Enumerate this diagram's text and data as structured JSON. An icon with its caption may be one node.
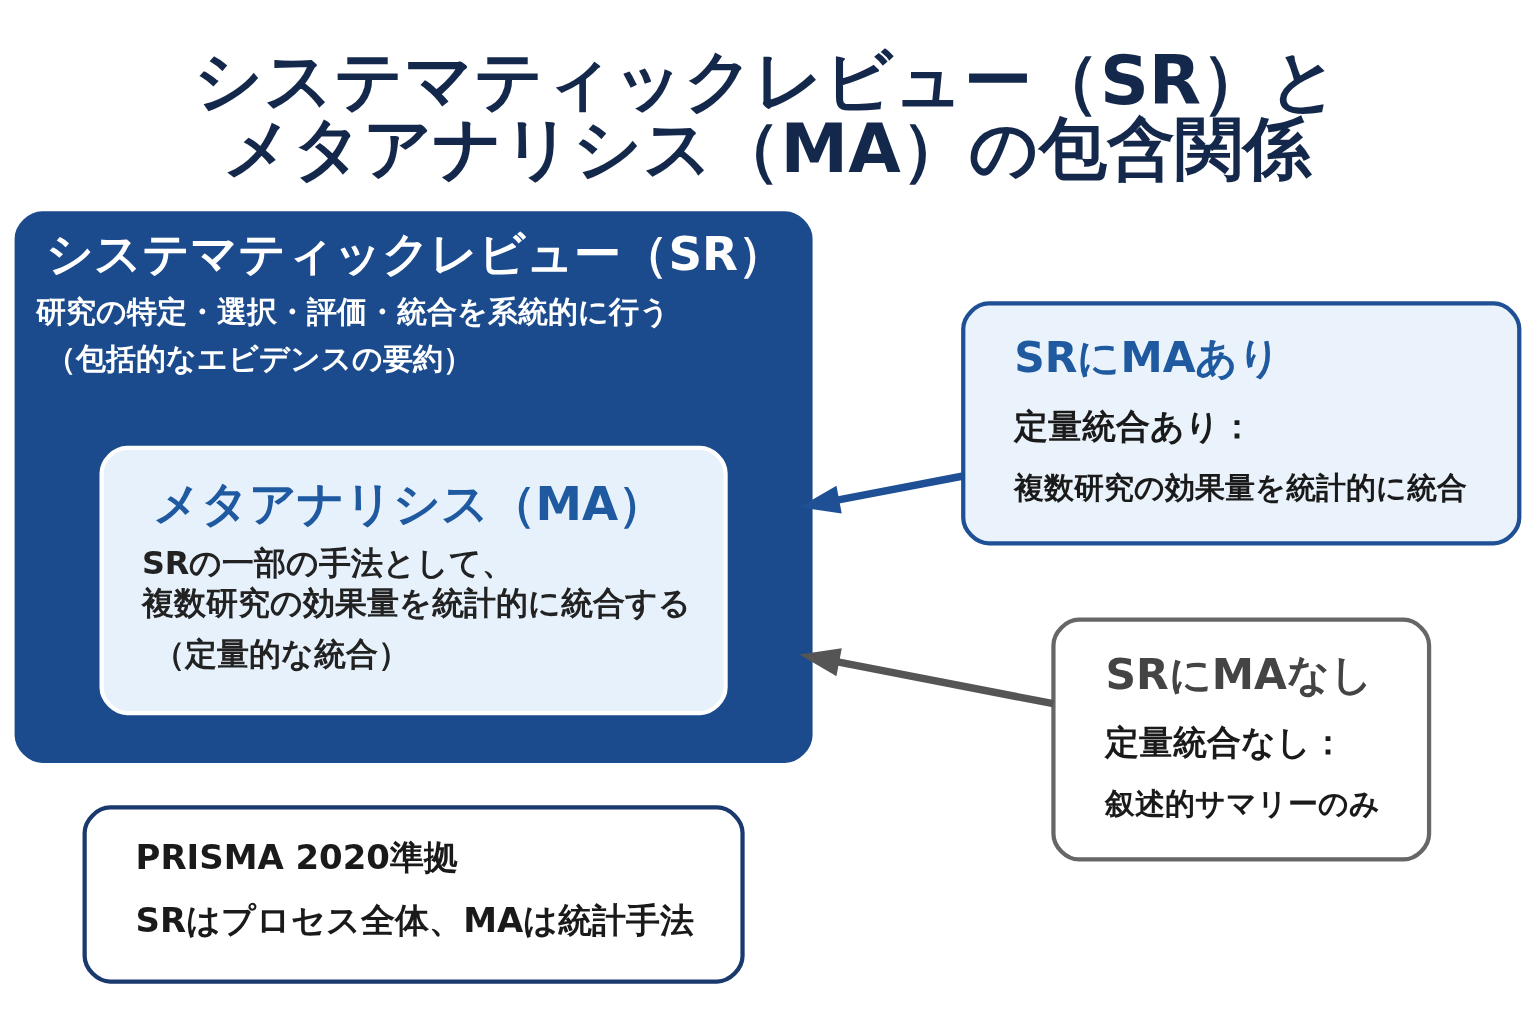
{
  "diagram": {
    "title": "システマティックレビュー（SR）とメタアナリシス（MA）の包含関係",
    "nodes": [
      {
        "text": [
          "システマティックレビュー（SR）",
          "研究の特定・選択・評価・統合を系統的に行う（包括的なエビデンスの要約）"
        ]
      },
      {
        "text": [
          "メタアナリシス（MA）",
          "SRの一部の手法として、複数研究の効果量を統計的に統合する（定量的な統合）"
        ],
        "in": 0
      },
      {
        "text": [
          "SRにMAあり",
          "定量統合あり：",
          "複数研究の効果量を統計的に統合"
        ]
      },
      {
        "text": [
          "SRにMAなし",
          "定量統合なし：",
          "叙述的サマリーのみ"
        ]
      },
      {
        "text": [
          "PRISMA 2020準拠",
          "SRはプロセス全体、MAは統計手法"
        ]
      }
    ],
    "edges": [
      {
        "from": 2,
        "to": 0,
        "arrow": "to",
        "color": "#1f4f94"
      },
      {
        "from": 3,
        "to": 0,
        "arrow": "to",
        "color": "#555555"
      }
    ]
  }
}
